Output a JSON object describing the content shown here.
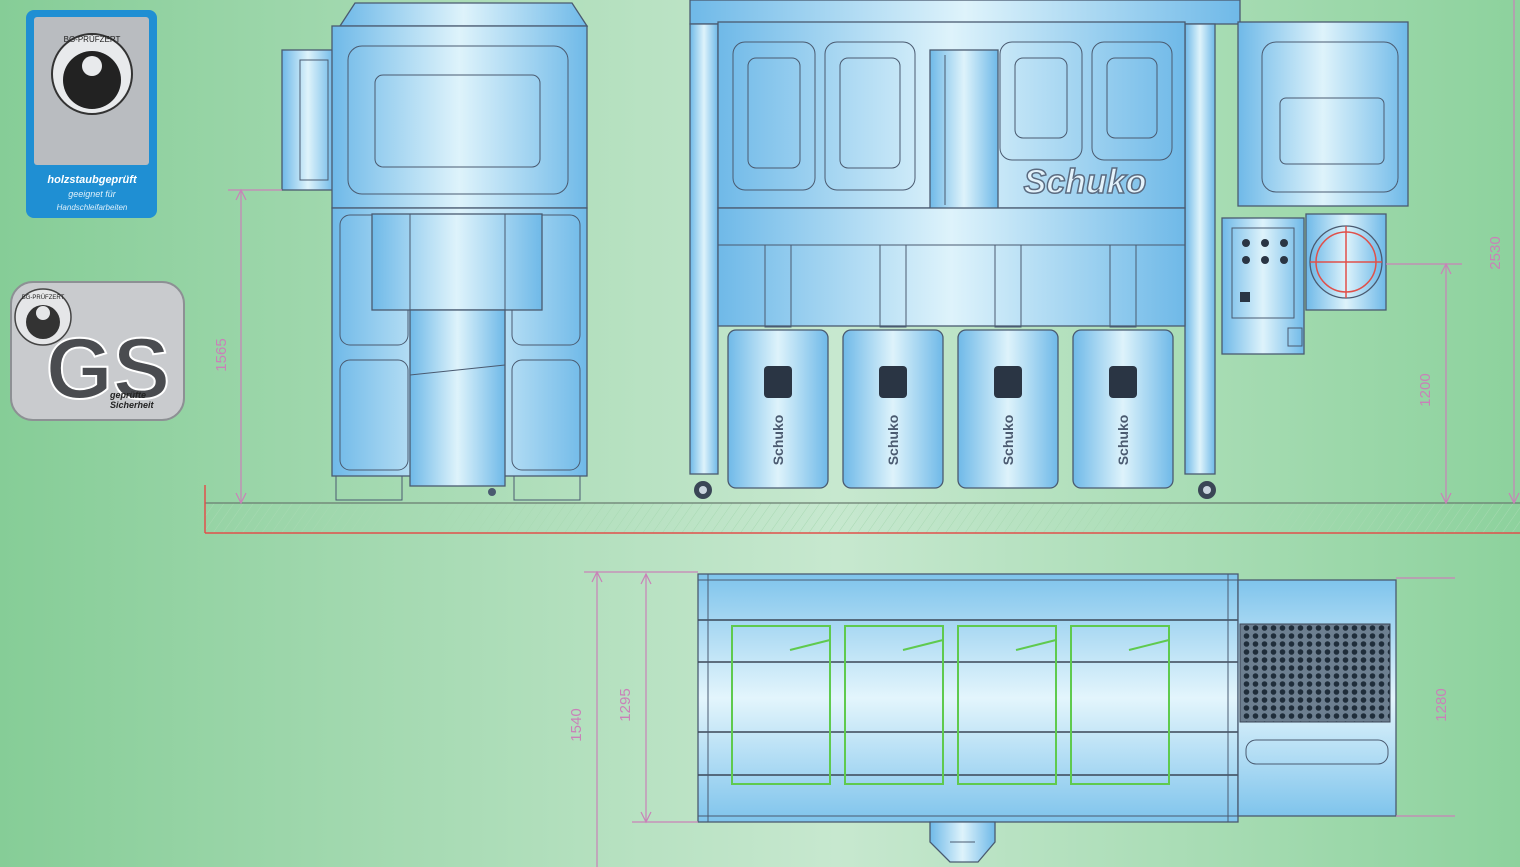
{
  "badges": {
    "bg_title": "BG-PRÜFZERT",
    "bg_line1": "holzstaubgeprüft",
    "bg_line2": "geeignet für",
    "bg_line3": "Handschleifarbeiten",
    "gs_title": "BG-PRÜFZERT",
    "gs_mark": "GS",
    "gs_line1": "geprüfte",
    "gs_line2": "Sicherheit"
  },
  "brand": {
    "name": "Schuko",
    "bin_label": "Schuko"
  },
  "dimensions": {
    "side_height": "1565",
    "front_height": "2530",
    "inlet_height": "1200",
    "top_depth_outer": "1540",
    "top_depth_inner": "1295",
    "top_depth_right": "1280"
  },
  "colors": {
    "background_green": "#86cd97",
    "machine_blue": "#7ec6ee",
    "dimension_pink": "#c982b8",
    "floor_red": "#e0504a",
    "bin_green": "#5fca4e"
  }
}
